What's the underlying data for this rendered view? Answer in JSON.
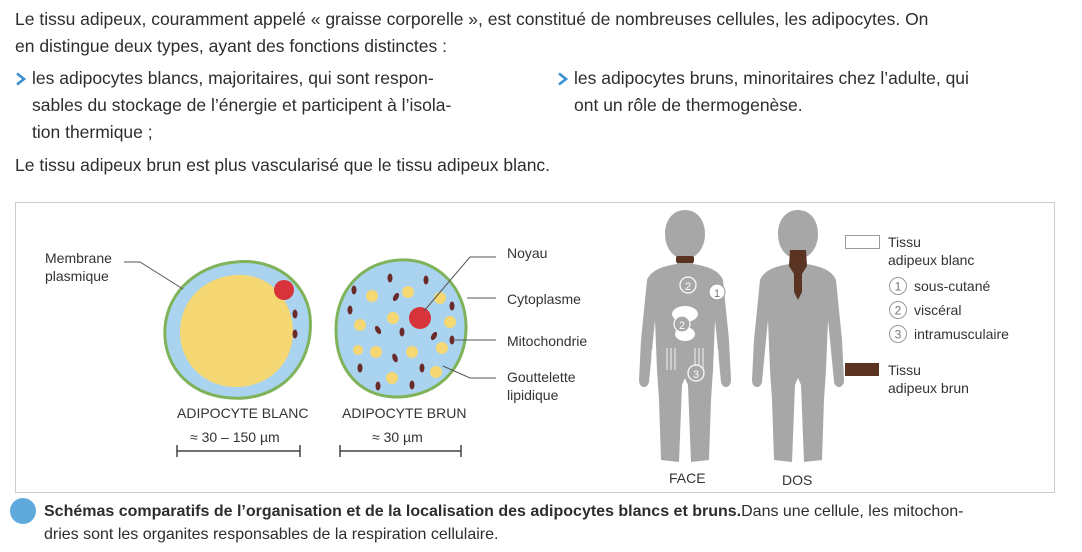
{
  "intro": {
    "line1": "Le tissu adipeux, couramment appelé « graisse corporelle », est constitué de nombreuses cellules, les adipocytes. On",
    "line2": "en distingue deux types, ayant des fonctions distinctes :",
    "bullet_left": [
      "les adipocytes blancs, majoritaires, qui sont respon-",
      "sables du stockage de l’énergie et participent à l’isola-",
      "tion thermique ;"
    ],
    "bullet_right": [
      "les adipocytes bruns, minoritaires chez l’adulte, qui",
      "ont un rôle de thermogenèse."
    ],
    "line_last": "Le tissu adipeux brun est plus vascularisé que le tissu adipeux blanc."
  },
  "figure": {
    "labels": {
      "membrane": [
        "Membrane",
        "plasmique"
      ],
      "noyau": "Noyau",
      "cytoplasme": "Cytoplasme",
      "mitochondrie": "Mitochondrie",
      "gouttelette": [
        "Gouttelette",
        "lipidique"
      ]
    },
    "cell_white": {
      "title": "ADIPOCYTE BLANC",
      "size": "≈ 30 – 150 µm"
    },
    "cell_brown": {
      "title": "ADIPOCYTE BRUN",
      "size": "≈ 30 µm"
    },
    "body_labels": {
      "front": "FACE",
      "back": "DOS"
    },
    "legend": {
      "white_tissue": [
        "Tissu",
        "adipeux blanc"
      ],
      "items": [
        {
          "num": "1",
          "label": "sous-cutané"
        },
        {
          "num": "2",
          "label": "viscéral"
        },
        {
          "num": "3",
          "label": "intramusculaire"
        }
      ],
      "brown_tissue": [
        "Tissu",
        "adipeux brun"
      ]
    },
    "colors": {
      "cytoplasm": "#a9d3ef",
      "membrane": "#7fb35a",
      "lipid": "#f5d873",
      "nucleus": "#d8333a",
      "mitochondria": "#6b2a2a",
      "brown_fat": "#5a3322",
      "body": "#a7a7a7"
    }
  },
  "caption": {
    "bold": "Schémas comparatifs de l’organisation et de la localisation des adipocytes blancs et bruns.",
    "text": "Dans une cellule, les mitochon-",
    "line2": "dries sont les organites responsables de la respiration cellulaire."
  }
}
